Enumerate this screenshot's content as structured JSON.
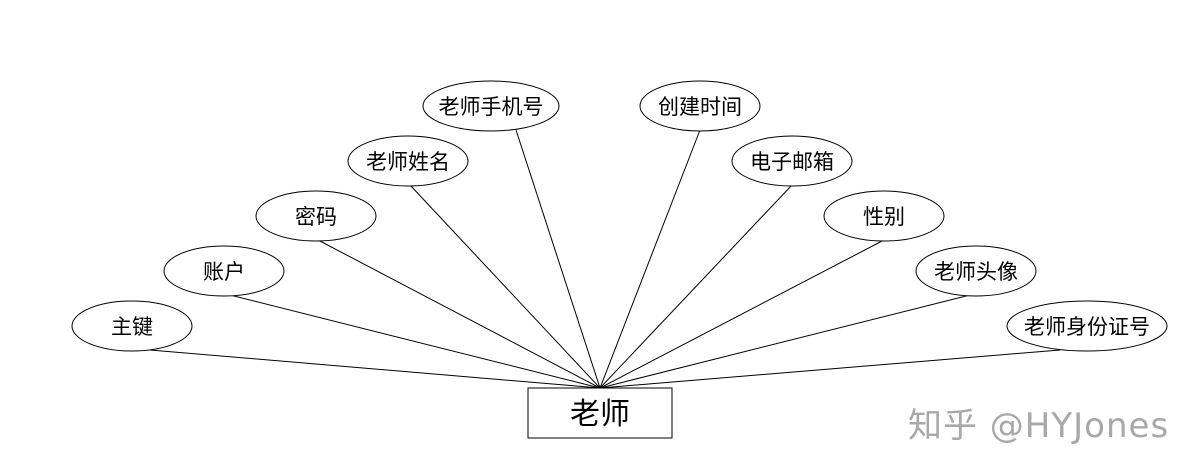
{
  "entity": {
    "label": "老师"
  },
  "attributes": [
    {
      "label": "主键"
    },
    {
      "label": "账户"
    },
    {
      "label": "密码"
    },
    {
      "label": "老师姓名"
    },
    {
      "label": "老师手机号"
    },
    {
      "label": "创建时间"
    },
    {
      "label": "电子邮箱"
    },
    {
      "label": "性别"
    },
    {
      "label": "老师头像"
    },
    {
      "label": "老师身份证号"
    }
  ],
  "watermark": "知乎 @HYJones"
}
